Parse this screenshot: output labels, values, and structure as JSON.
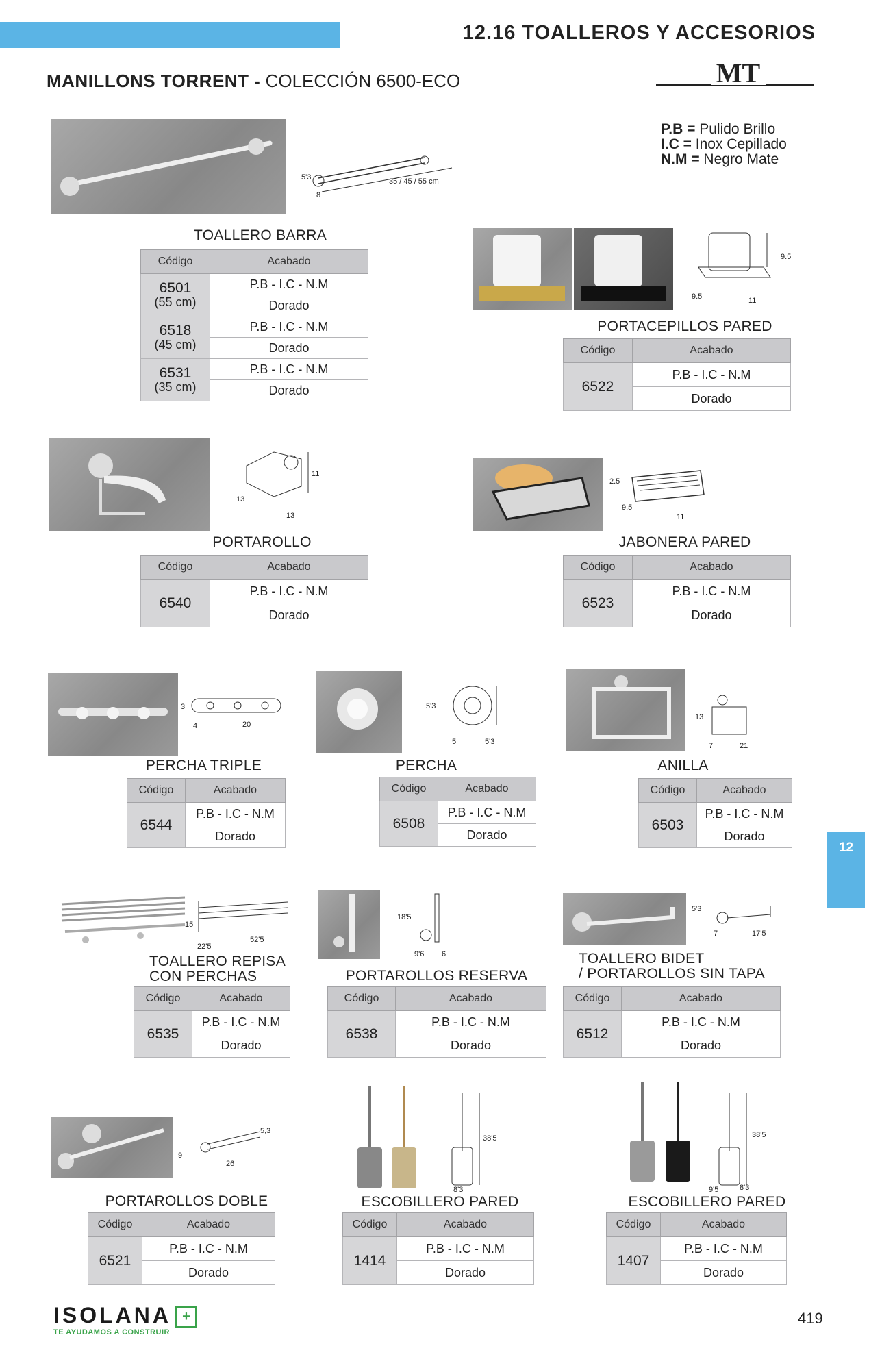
{
  "header": {
    "section_title": "12.16 TOALLEROS Y ACCESORIOS",
    "brand_bold": "MANILLONS TORRENT -",
    "collection": " COLECCIÓN 6500-ECO",
    "logo_text": "MT"
  },
  "legend": [
    {
      "abbr": "P.B =",
      "meaning": " Pulido Brillo"
    },
    {
      "abbr": "I.C =",
      "meaning": " Inox Cepillado"
    },
    {
      "abbr": "N.M =",
      "meaning": " Negro Mate"
    }
  ],
  "table_headers": {
    "code": "Código",
    "finish": "Acabado"
  },
  "finishes": {
    "standard": "P.B - I.C - N.M",
    "gold": "Dorado"
  },
  "products": {
    "toallero_barra": {
      "title": "TOALLERO BARRA",
      "dims": [
        "5'3",
        "8",
        "35 / 45 / 55 cm"
      ],
      "rows": [
        {
          "code": "6501",
          "size": "(55 cm)"
        },
        {
          "code": "6518",
          "size": "(45 cm)"
        },
        {
          "code": "6531",
          "size": "(35 cm)"
        }
      ]
    },
    "portacepillos": {
      "title": "PORTACEPILLOS PARED",
      "code": "6522",
      "dims": [
        "9.5",
        "9.5",
        "11"
      ]
    },
    "portarollo": {
      "title": "PORTAROLLO",
      "code": "6540",
      "dims": [
        "11",
        "13",
        "13"
      ]
    },
    "jabonera": {
      "title": "JABONERA PARED",
      "code": "6523",
      "dims": [
        "2.5",
        "9.5",
        "11"
      ]
    },
    "percha_triple": {
      "title": "PERCHA TRIPLE",
      "code": "6544",
      "dims": [
        "3",
        "4",
        "20"
      ]
    },
    "percha": {
      "title": "PERCHA",
      "code": "6508",
      "dims": [
        "5'3",
        "5",
        "5'3"
      ]
    },
    "anilla": {
      "title": "ANILLA",
      "code": "6503",
      "dims": [
        "13",
        "7",
        "21"
      ]
    },
    "toallero_repisa": {
      "title_1": "TOALLERO REPISA",
      "title_2": "CON PERCHAS",
      "code": "6535",
      "dims": [
        "15",
        "22'5",
        "52'5"
      ]
    },
    "portarollos_reserva": {
      "title": "PORTAROLLOS RESERVA",
      "code": "6538",
      "dims": [
        "18'5",
        "9'6",
        "6"
      ]
    },
    "toallero_bidet": {
      "title_1": "TOALLERO BIDET",
      "title_2": "/ PORTAROLLOS SIN TAPA",
      "code": "6512",
      "dims": [
        "5'3",
        "7",
        "17'5"
      ]
    },
    "portarollos_doble": {
      "title": "PORTAROLLOS DOBLE",
      "code": "6521",
      "dims": [
        "5,3",
        "9",
        "26"
      ]
    },
    "escobillero_1": {
      "title": "ESCOBILLERO PARED",
      "code": "1414",
      "dims": [
        "38'5",
        "8'3"
      ]
    },
    "escobillero_2": {
      "title": "ESCOBILLERO PARED",
      "code": "1407",
      "dims": [
        "38'5",
        "9'5",
        "8'3"
      ]
    }
  },
  "side_tab": "12",
  "page_number": "419",
  "footer": {
    "brand": "ISOLANA",
    "plus": "+",
    "tagline": "TE AYUDAMOS A CONSTRUIR"
  },
  "colors": {
    "accent_blue": "#5bb4e5",
    "brand_green": "#3aa34a",
    "table_header": "#c9c9cc"
  }
}
